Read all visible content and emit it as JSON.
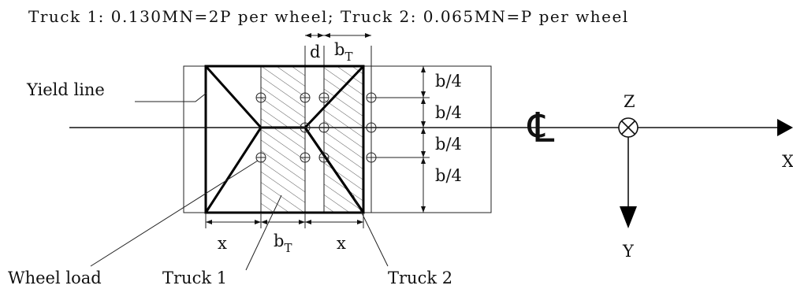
{
  "title": "Truck 1: 0.130MN=2P per wheel; Truck 2: 0.065MN=P per wheel",
  "labels": {
    "yield_line": "Yield line",
    "wheel_load": "Wheel load",
    "truck1": "Truck 1",
    "truck2": "Truck 2",
    "centerline": "℄",
    "dim_d": "d",
    "dim_b": "b",
    "dim_T": "T",
    "dim_x": "x",
    "b_quarter": "b/4",
    "axis_z": "Z",
    "axis_x": "X",
    "axis_y": "Y"
  },
  "colors": {
    "line": "#000000",
    "hatch": "#444444",
    "background": "#ffffff"
  }
}
